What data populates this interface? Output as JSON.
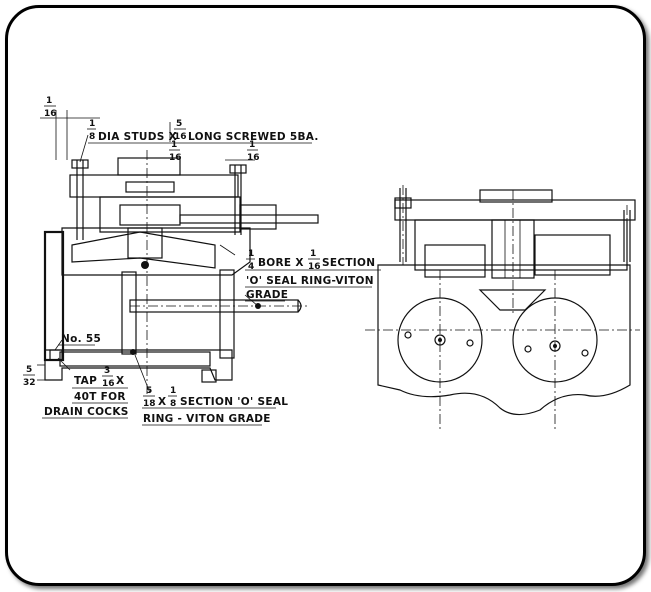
{
  "labels": {
    "frac_1_16_top": {
      "num": "1",
      "den": "16"
    },
    "frac_1_8": {
      "num": "1",
      "den": "8"
    },
    "studs_text": "DIA STUDS X",
    "frac_5_16": {
      "num": "5",
      "den": "16"
    },
    "long_text": "LONG SCREWED 5BA.",
    "frac_1_16_mid_a": {
      "num": "1",
      "den": "16"
    },
    "frac_1_16_mid_b": {
      "num": "1",
      "den": "16"
    },
    "frac_1_4": {
      "num": "1",
      "den": "4"
    },
    "bore_text": "BORE X",
    "frac_1_16_bore": {
      "num": "1",
      "den": "16"
    },
    "section_text": "SECTION",
    "oseal_line": "'O' SEAL RING-VITON",
    "grade_line": "GRADE",
    "no55": "No. 55",
    "frac_5_32": {
      "num": "5",
      "den": "32"
    },
    "tap_text": "TAP",
    "frac_3_16": {
      "num": "3",
      "den": "16"
    },
    "tap_x": "X",
    "forty_t": "40T FOR",
    "drain_cocks": "DRAIN COCKS",
    "frac_5_18": {
      "num": "5",
      "den": "18"
    },
    "x_text": "X",
    "frac_1_8_b": {
      "num": "1",
      "den": "8"
    },
    "section_oseal": "SECTION 'O' SEAL",
    "ring_viton": "RING - VITON GRADE"
  }
}
